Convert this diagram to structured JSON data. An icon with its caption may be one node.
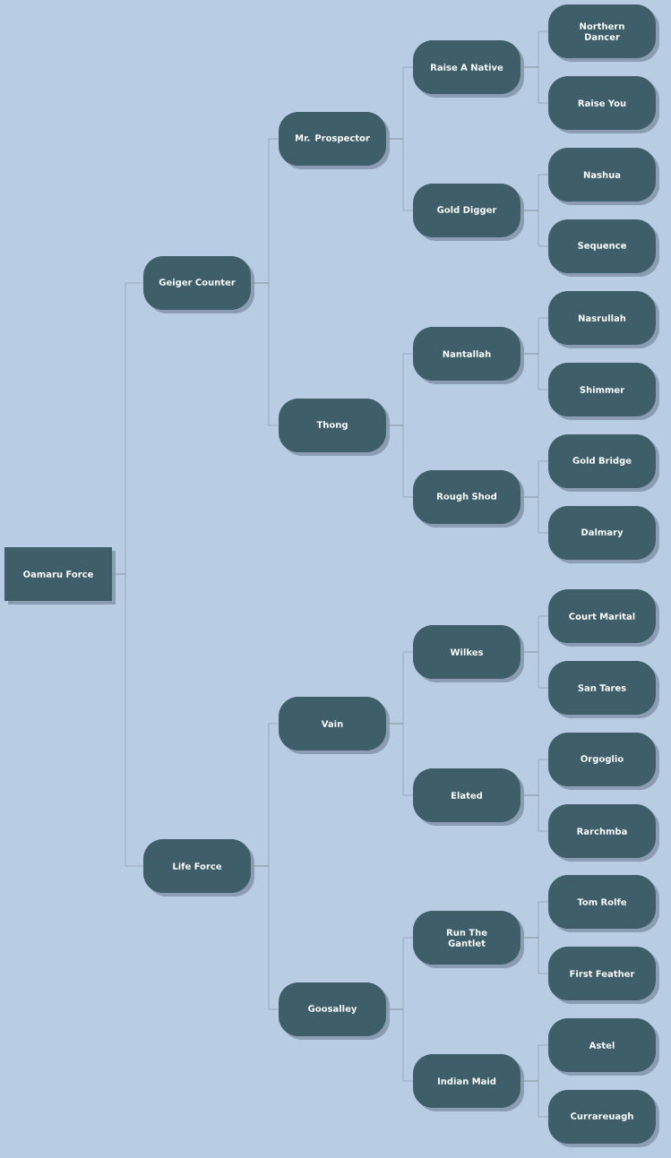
{
  "diagram": {
    "nodes": [
      {
        "text": [
          "Oamaru Force"
        ]
      },
      {
        "text": [
          "Geiger Counter"
        ]
      },
      {
        "text": [
          "Mr. Prospector"
        ]
      },
      {
        "text": [
          "Raise A Native"
        ]
      },
      {
        "text": [
          "Northern Dancer"
        ]
      },
      {
        "text": [
          "Raise You"
        ]
      },
      {
        "text": [
          "Gold Digger"
        ]
      },
      {
        "text": [
          "Nashua"
        ]
      },
      {
        "text": [
          "Sequence"
        ]
      },
      {
        "text": [
          "Thong"
        ]
      },
      {
        "text": [
          "Nantallah"
        ]
      },
      {
        "text": [
          "Nasrullah"
        ]
      },
      {
        "text": [
          "Shimmer"
        ]
      },
      {
        "text": [
          "Rough Shod"
        ]
      },
      {
        "text": [
          "Gold Bridge"
        ]
      },
      {
        "text": [
          "Dalmary"
        ]
      },
      {
        "text": [
          "Life Force"
        ]
      },
      {
        "text": [
          "Vain"
        ]
      },
      {
        "text": [
          "Wilkes"
        ]
      },
      {
        "text": [
          "Court Marital"
        ]
      },
      {
        "text": [
          "San Tares"
        ]
      },
      {
        "text": [
          "Elated"
        ]
      },
      {
        "text": [
          "Orgoglio"
        ]
      },
      {
        "text": [
          "Rarchmba"
        ]
      },
      {
        "text": [
          "Goosalley"
        ]
      },
      {
        "text": [
          "Run The Gantlet"
        ]
      },
      {
        "text": [
          "Tom Rolfe"
        ]
      },
      {
        "text": [
          "First Feather"
        ]
      },
      {
        "text": [
          "Indian Maid"
        ]
      },
      {
        "text": [
          "Astel"
        ]
      },
      {
        "text": [
          "Currareuagh"
        ]
      }
    ],
    "edges": [
      {
        "from": 0,
        "to": 1,
        "arrow": "none"
      },
      {
        "from": 0,
        "to": 16,
        "arrow": "none"
      },
      {
        "from": 1,
        "to": 2,
        "arrow": "none"
      },
      {
        "from": 1,
        "to": 9,
        "arrow": "none"
      },
      {
        "from": 2,
        "to": 3,
        "arrow": "none"
      },
      {
        "from": 2,
        "to": 6,
        "arrow": "none"
      },
      {
        "from": 3,
        "to": 4,
        "arrow": "none"
      },
      {
        "from": 3,
        "to": 5,
        "arrow": "none"
      },
      {
        "from": 6,
        "to": 7,
        "arrow": "none"
      },
      {
        "from": 6,
        "to": 8,
        "arrow": "none"
      },
      {
        "from": 9,
        "to": 10,
        "arrow": "none"
      },
      {
        "from": 9,
        "to": 13,
        "arrow": "none"
      },
      {
        "from": 10,
        "to": 11,
        "arrow": "none"
      },
      {
        "from": 10,
        "to": 12,
        "arrow": "none"
      },
      {
        "from": 13,
        "to": 14,
        "arrow": "none"
      },
      {
        "from": 13,
        "to": 15,
        "arrow": "none"
      },
      {
        "from": 16,
        "to": 17,
        "arrow": "none"
      },
      {
        "from": 16,
        "to": 24,
        "arrow": "none"
      },
      {
        "from": 17,
        "to": 18,
        "arrow": "none"
      },
      {
        "from": 17,
        "to": 21,
        "arrow": "none"
      },
      {
        "from": 18,
        "to": 19,
        "arrow": "none"
      },
      {
        "from": 18,
        "to": 20,
        "arrow": "none"
      },
      {
        "from": 21,
        "to": 22,
        "arrow": "none"
      },
      {
        "from": 21,
        "to": 23,
        "arrow": "none"
      },
      {
        "from": 24,
        "to": 25,
        "arrow": "none"
      },
      {
        "from": 24,
        "to": 28,
        "arrow": "none"
      },
      {
        "from": 25,
        "to": 26,
        "arrow": "none"
      },
      {
        "from": 25,
        "to": 27,
        "arrow": "none"
      },
      {
        "from": 28,
        "to": 29,
        "arrow": "none"
      },
      {
        "from": 28,
        "to": 30,
        "arrow": "none"
      }
    ]
  }
}
